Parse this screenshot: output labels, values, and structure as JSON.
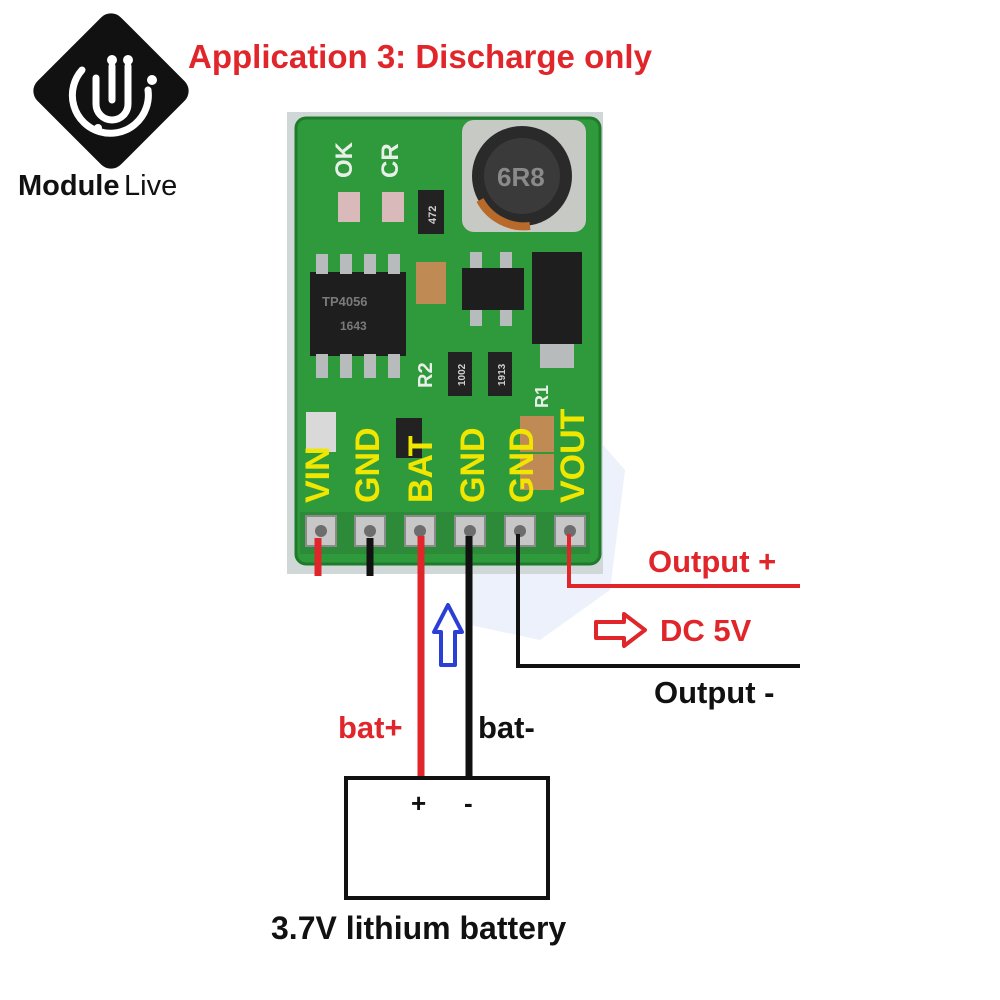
{
  "title": "Application 3: Discharge only",
  "logo": {
    "text_part1": "Module",
    "text_part2": "Live",
    "icon": "moduleLive-circuit-logo-icon"
  },
  "board": {
    "pins": [
      "VIN",
      "GND",
      "BAT",
      "GND",
      "GND",
      "VOUT"
    ],
    "silk_leds": [
      "OK",
      "CR"
    ],
    "silk_r2": "R2",
    "silk_r1": "R1",
    "inductor_marking": "6R8",
    "chip_marking_1": "TP4056",
    "chip_marking_2": "1643",
    "resistor_1": "472",
    "resistor_2": "1002",
    "resistor_3": "1913"
  },
  "labels": {
    "output_plus": "Output +",
    "output_minus": "Output -",
    "dc": "DC 5V",
    "bat_plus": "bat+",
    "bat_minus": "bat-",
    "battery": "3.7V lithium battery",
    "battery_plus_sign": "+",
    "battery_minus_sign": "-"
  },
  "colors": {
    "title_red": "#e0262b",
    "wire_red": "#e0262b",
    "wire_black": "#111111",
    "pcb_green": "#2f9a3c",
    "pin_label_yellow": "#f0e600",
    "arrow_blue": "#2a3fd6"
  }
}
